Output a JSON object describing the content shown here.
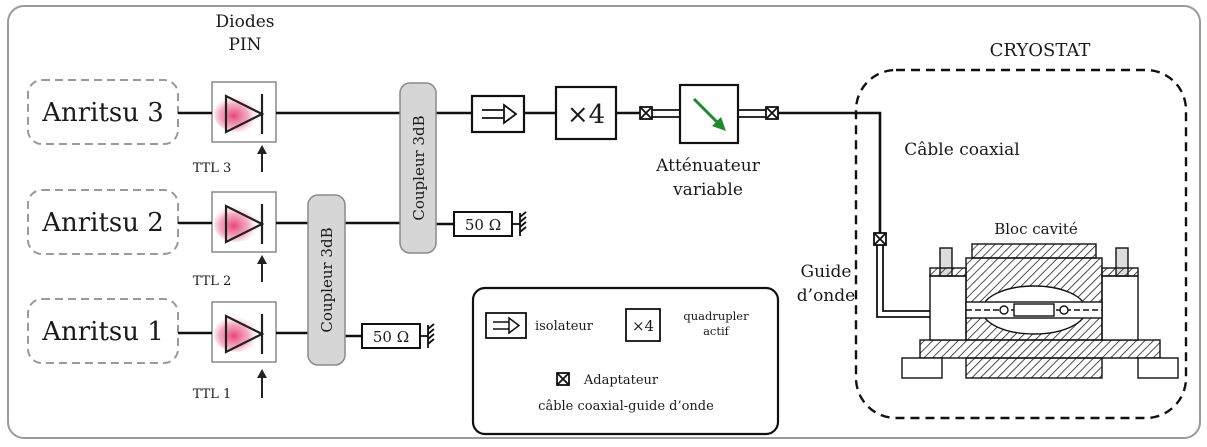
{
  "sources": [
    {
      "label": "Anritsu 3",
      "ttl": "TTL 3"
    },
    {
      "label": "Anritsu 2",
      "ttl": "TTL 2"
    },
    {
      "label": "Anritsu 1",
      "ttl": "TTL 1"
    }
  ],
  "diodes": {
    "line1": "Diodes",
    "line2": "PIN"
  },
  "couplers": {
    "upper": "Coupleur 3dB",
    "lower": "Coupleur 3dB"
  },
  "loads": {
    "upper": "50 Ω",
    "lower": "50 Ω"
  },
  "multiplier": "×4",
  "attenuator": {
    "line1": "Atténuateur",
    "line2": "variable"
  },
  "cryostat": {
    "title": "CRYOSTAT",
    "coax_label": "Câble coaxial",
    "cavity_label": "Bloc cavité",
    "waveguide": {
      "line1": "Guide",
      "line2": "d’onde"
    }
  },
  "legend": {
    "isolator": "isolateur",
    "quad_symbol": "×4",
    "quad_line1": "quadrupler",
    "quad_line2": "actif",
    "adapter_line1": "Adaptateur",
    "adapter_line2": "câble coaxial-guide d’onde"
  },
  "colors": {
    "arrow": "#1f8a2c",
    "diode_glow": "#e8437a",
    "coupler_fill": "#d6d6d6"
  }
}
